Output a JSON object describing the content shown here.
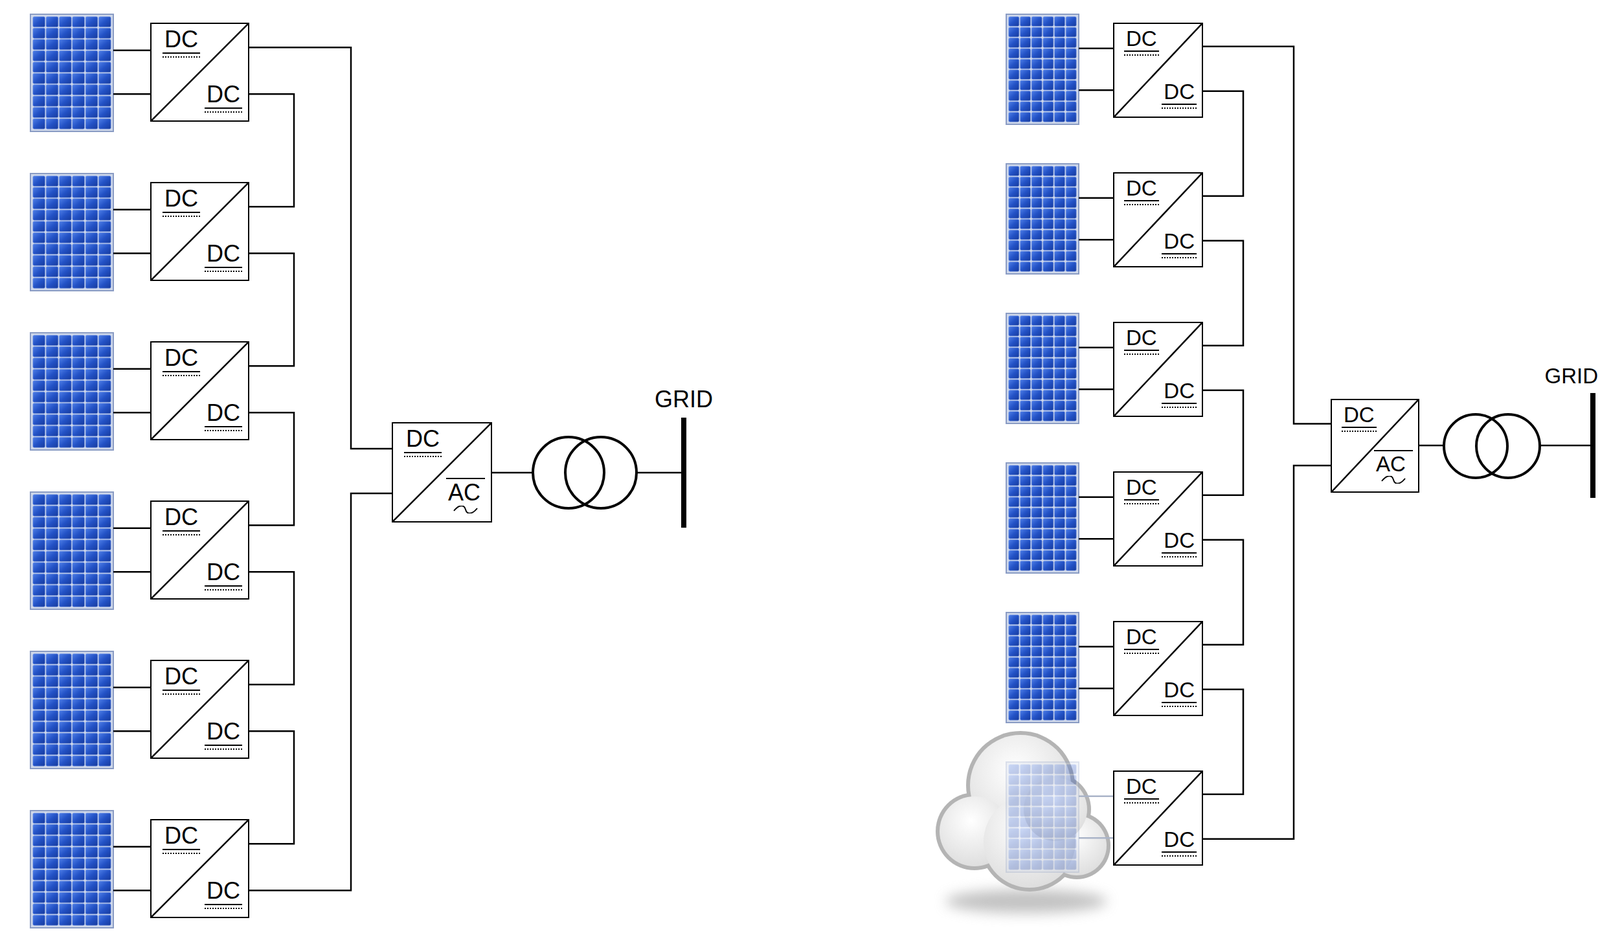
{
  "diagram": {
    "nodes": [
      {
        "text": [
          "DC",
          "DC"
        ]
      },
      {
        "text": [
          "DC",
          "DC"
        ]
      },
      {
        "text": [
          "DC",
          "DC"
        ]
      },
      {
        "text": [
          "DC",
          "DC"
        ]
      },
      {
        "text": [
          "DC",
          "DC"
        ]
      },
      {
        "text": [
          "DC",
          "DC"
        ]
      },
      {
        "text": [
          "DC",
          "AC"
        ]
      },
      {
        "text": [
          "GRID"
        ]
      },
      {
        "text": [
          "DC",
          "DC"
        ]
      },
      {
        "text": [
          "DC",
          "DC"
        ]
      },
      {
        "text": [
          "DC",
          "DC"
        ]
      },
      {
        "text": [
          "DC",
          "DC"
        ]
      },
      {
        "text": [
          "DC",
          "DC"
        ]
      },
      {
        "text": [
          "DC",
          "DC"
        ]
      },
      {
        "text": [
          "DC",
          "AC"
        ]
      },
      {
        "text": [
          "GRID"
        ]
      }
    ],
    "edges": [
      {
        "from": 0,
        "to": 1,
        "arrow": "none"
      },
      {
        "from": 1,
        "to": 2,
        "arrow": "none"
      },
      {
        "from": 2,
        "to": 3,
        "arrow": "none"
      },
      {
        "from": 3,
        "to": 4,
        "arrow": "none"
      },
      {
        "from": 4,
        "to": 5,
        "arrow": "none"
      },
      {
        "from": 0,
        "to": 6,
        "arrow": "none"
      },
      {
        "from": 5,
        "to": 6,
        "arrow": "none"
      },
      {
        "from": 6,
        "to": 7,
        "arrow": "none"
      },
      {
        "from": 8,
        "to": 9,
        "arrow": "none"
      },
      {
        "from": 9,
        "to": 10,
        "arrow": "none"
      },
      {
        "from": 10,
        "to": 11,
        "arrow": "none"
      },
      {
        "from": 11,
        "to": 12,
        "arrow": "none"
      },
      {
        "from": 12,
        "to": 13,
        "arrow": "none"
      },
      {
        "from": 8,
        "to": 14,
        "arrow": "none"
      },
      {
        "from": 13,
        "to": 14,
        "arrow": "none"
      },
      {
        "from": 14,
        "to": 15,
        "arrow": "none"
      }
    ]
  }
}
